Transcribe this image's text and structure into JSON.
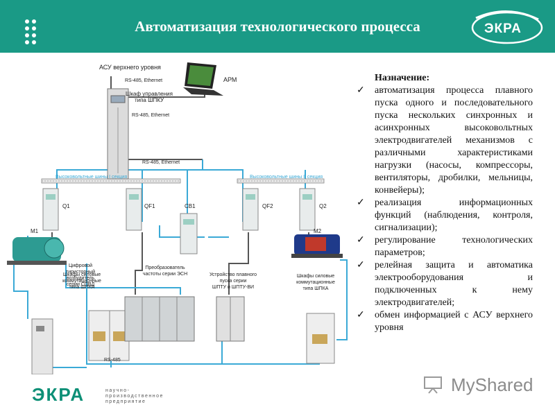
{
  "header": {
    "title": "Автоматизация технологического процесса",
    "bg": "#1a9a86",
    "logo_text": "ЭКРА"
  },
  "diagram": {
    "labels": {
      "asu": "АСУ верхнего уровня",
      "rs_top": "RS-485, Ethernet",
      "arm": "АРМ",
      "shpku": "Шкаф управления\nтипа ШПКУ",
      "rs_mid": "RS-485, Ethernet",
      "rs_bus": "RS-485, Ethernet",
      "bus1": "Высоковольтные шины I секция",
      "bus2": "Высоковольтные шины II секция",
      "q1": "Q1",
      "qf1": "QF1",
      "cb1": "CB1",
      "qf2": "QF2",
      "q2": "Q2",
      "m1": "M1",
      "m2": "M2",
      "spvd": "Цифровой\nтиристорный\nвозбудитель\nсерии СПВД",
      "shpka_left": "Шкафы силовые\nкоммутационные\nтипа ШПКА",
      "esn": "Преобразователь\nчастоты серии ЭСН",
      "shptu": "Устройство плавного\nпуска серии\nШПТУ и ШПТУ-ВИ",
      "shpka_right": "Шкафы силовые\nкоммутационные\nтипа ШПКА",
      "rs_bottom": "RS-485"
    },
    "colors": {
      "network": "#3aa9d6",
      "power": "#555555",
      "bus": "#3aa9d6"
    }
  },
  "description": {
    "title": "Назначение:",
    "items": [
      "автоматизация процесса плавного пуска одного и последовательного пуска нескольких синхронных и асинхронных высоковольтных электродвигателей механизмов с различными характеристиками нагрузки (насосы, компрессоры, вентиляторы, дробилки, мельницы, конвейеры);",
      "реализация информационных функций (наблюдения, контроля, сигнализации);",
      "регулирование технологических параметров;",
      "релейная защита и автоматика электрооборудования и подключенных к нему электродвигателей;",
      "обмен информацией с АСУ верхнего уровня"
    ]
  },
  "footer": {
    "logo_text": "ЭКРА",
    "subtitle": "научно-\nпроизводственное\nпредприятие",
    "watermark": "MyShared"
  }
}
